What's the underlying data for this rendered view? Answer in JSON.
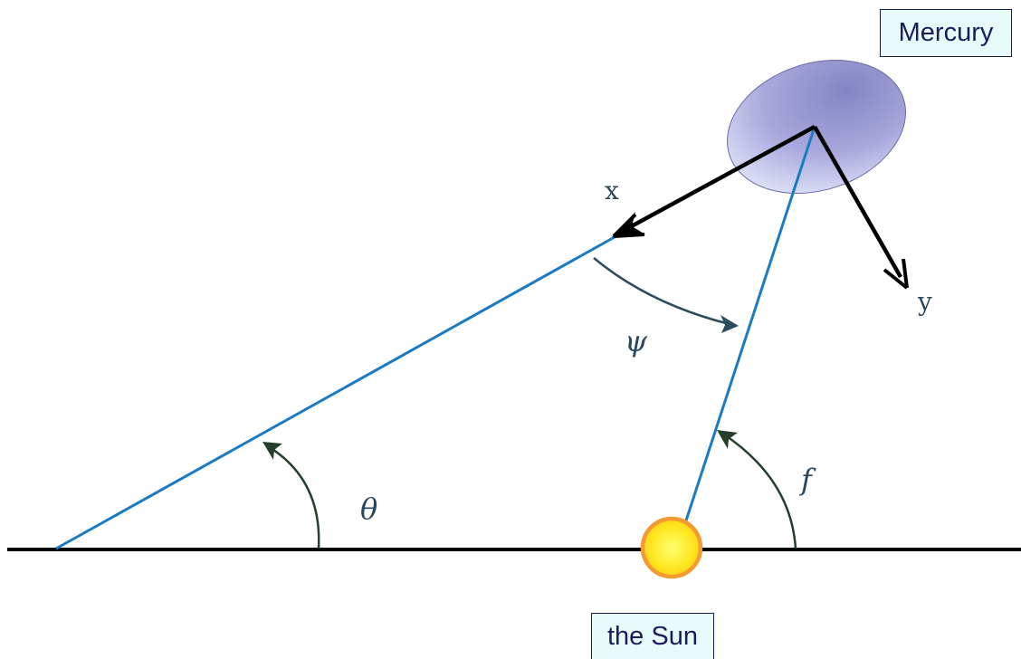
{
  "labels": {
    "mercury": "Mercury",
    "sun": "the Sun",
    "x_axis": "x",
    "y_axis": "y",
    "psi": "ψ",
    "theta": "θ",
    "f": "f"
  },
  "colors": {
    "baseline": "#000000",
    "sightline": "#1a7bc4",
    "angle_arc": "#243f2c",
    "psi_arc": "#2a4c5c",
    "planet_fill": "#9a9ad6",
    "sun_fill": "#ffee30",
    "sun_rim": "#f39a32",
    "label_box_bg": "#e8fbfb"
  }
}
